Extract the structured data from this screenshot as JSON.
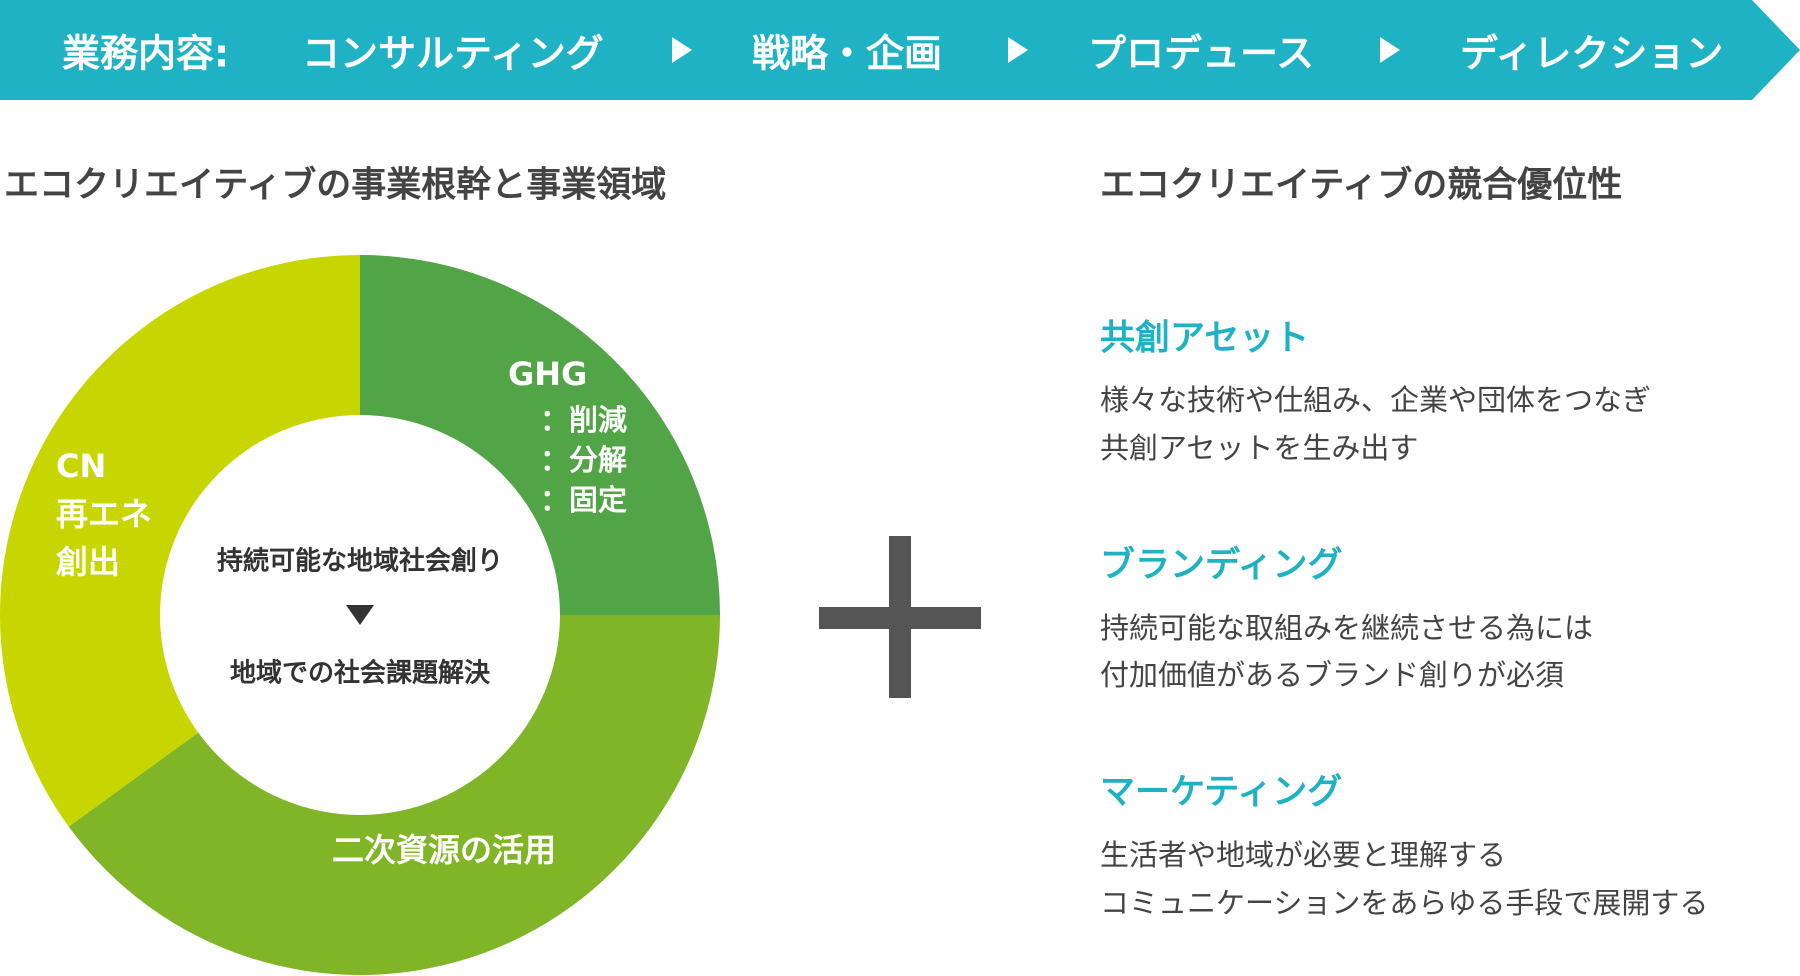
{
  "colors": {
    "banner": "#1fb2c4",
    "accent": "#1fb2c4",
    "segment_ghg": "#52a546",
    "segment_secondary": "#7fb527",
    "segment_cn": "#c8d600",
    "center": "#ffffff",
    "plus": "#555555"
  },
  "banner": {
    "label": "業務内容:",
    "steps": [
      "コンサルティング",
      "戦略・企画",
      "プロデュース",
      "ディレクション"
    ]
  },
  "left_section": {
    "title": "エコクリエイティブの事業根幹と事業領域",
    "center": {
      "line1": "持続可能な地域社会創り",
      "arrow_icon": "triangle-down-icon",
      "line2": "地域での社会課題解決"
    },
    "segments": [
      {
        "key": "ghg",
        "lines": [
          "GHG",
          "：削減",
          "：分解",
          "：固定"
        ],
        "share": 0.25
      },
      {
        "key": "secondary",
        "lines": [
          "二次資源の活用"
        ],
        "share": 0.4
      },
      {
        "key": "cn",
        "lines": [
          "CN",
          "再エネ",
          "創出"
        ],
        "share": 0.35
      }
    ]
  },
  "plus_icon": "plus-icon",
  "right_section": {
    "title": "エコクリエイティブの競合優位性",
    "items": [
      {
        "title": "共創アセット",
        "desc1": "様々な技術や仕組み、企業や団体をつなぎ",
        "desc2": "共創アセットを生み出す"
      },
      {
        "title": "ブランディング",
        "desc1": "持続可能な取組みを継続させる為には",
        "desc2": "付加価値があるブランド創りが必須"
      },
      {
        "title": "マーケティング",
        "desc1": "生活者や地域が必要と理解する",
        "desc2": "コミュニケーションをあらゆる手段で展開する"
      }
    ]
  }
}
